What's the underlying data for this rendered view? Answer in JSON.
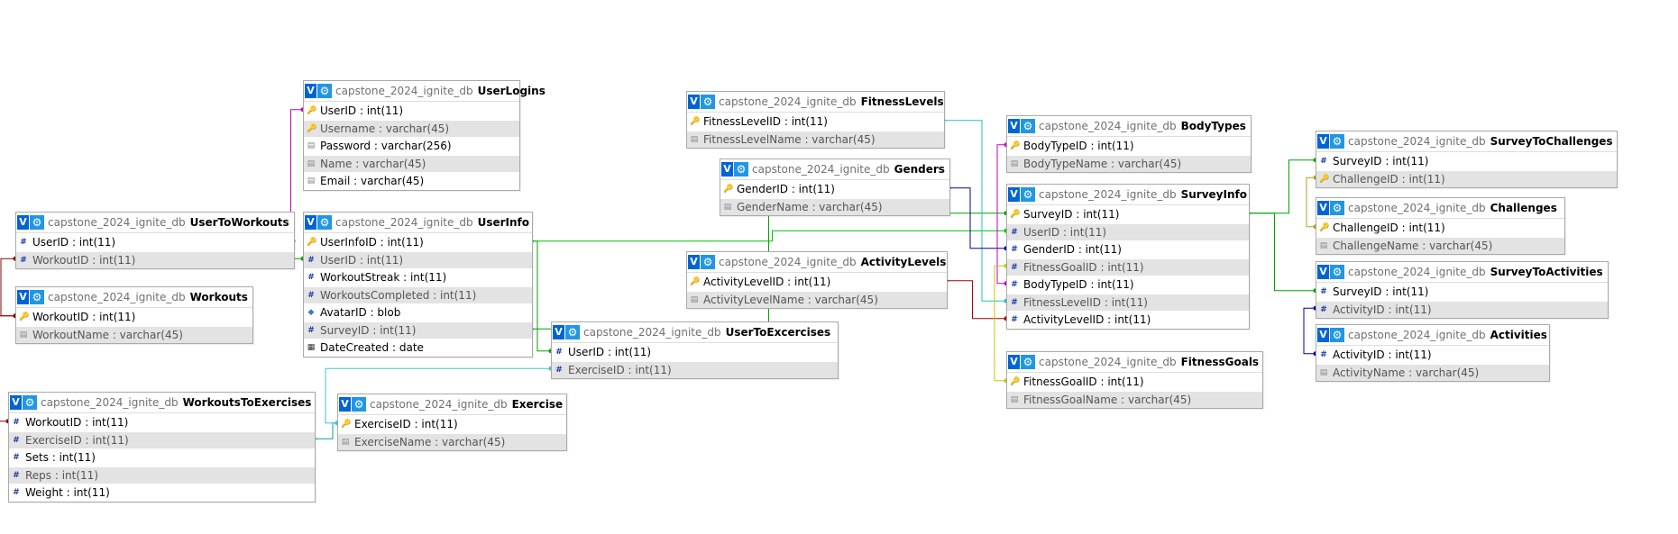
{
  "db_name": "capstone_2024_ignite_db",
  "view_button": "V",
  "tables": {
    "UserLogins": {
      "name": "UserLogins",
      "columns": [
        {
          "text": "UserID : int(11)",
          "icon": "key-icon"
        },
        {
          "text": "Username : varchar(45)",
          "icon": "key-icon"
        },
        {
          "text": "Password : varchar(256)",
          "icon": "text-icon"
        },
        {
          "text": "Name : varchar(45)",
          "icon": "text-icon"
        },
        {
          "text": "Email : varchar(45)",
          "icon": "text-icon"
        }
      ]
    },
    "UserToWorkouts": {
      "name": "UserToWorkouts",
      "columns": [
        {
          "text": "UserID : int(11)",
          "icon": "number-icon"
        },
        {
          "text": "WorkoutID : int(11)",
          "icon": "number-icon"
        }
      ]
    },
    "Workouts": {
      "name": "Workouts",
      "columns": [
        {
          "text": "WorkoutID : int(11)",
          "icon": "key-icon"
        },
        {
          "text": "WorkoutName : varchar(45)",
          "icon": "text-icon"
        }
      ]
    },
    "UserInfo": {
      "name": "UserInfo",
      "columns": [
        {
          "text": "UserInfoID : int(11)",
          "icon": "key-icon"
        },
        {
          "text": "UserID : int(11)",
          "icon": "number-icon"
        },
        {
          "text": "WorkoutStreak : int(11)",
          "icon": "number-icon"
        },
        {
          "text": "WorkoutsCompleted : int(11)",
          "icon": "number-icon"
        },
        {
          "text": "AvatarID : blob",
          "icon": "blob-icon"
        },
        {
          "text": "SurveyID : int(11)",
          "icon": "number-icon"
        },
        {
          "text": "DateCreated : date",
          "icon": "date-icon"
        }
      ]
    },
    "WorkoutsToExercises": {
      "name": "WorkoutsToExercises",
      "columns": [
        {
          "text": "WorkoutID : int(11)",
          "icon": "number-icon"
        },
        {
          "text": "ExerciseID : int(11)",
          "icon": "number-icon"
        },
        {
          "text": "Sets : int(11)",
          "icon": "number-icon"
        },
        {
          "text": "Reps : int(11)",
          "icon": "number-icon"
        },
        {
          "text": "Weight : int(11)",
          "icon": "number-icon"
        }
      ]
    },
    "Exercise": {
      "name": "Exercise",
      "columns": [
        {
          "text": "ExerciseID : int(11)",
          "icon": "key-icon"
        },
        {
          "text": "ExerciseName : varchar(45)",
          "icon": "text-icon"
        }
      ]
    },
    "UserToExcercises": {
      "name": "UserToExcercises",
      "columns": [
        {
          "text": "UserID : int(11)",
          "icon": "number-icon"
        },
        {
          "text": "ExerciseID : int(11)",
          "icon": "number-icon"
        }
      ]
    },
    "FitnessLevels": {
      "name": "FitnessLevels",
      "columns": [
        {
          "text": "FitnessLevelID : int(11)",
          "icon": "key-icon"
        },
        {
          "text": "FitnessLevelName : varchar(45)",
          "icon": "text-icon"
        }
      ]
    },
    "Genders": {
      "name": "Genders",
      "columns": [
        {
          "text": "GenderID : int(11)",
          "icon": "key-icon"
        },
        {
          "text": "GenderName : varchar(45)",
          "icon": "text-icon"
        }
      ]
    },
    "ActivityLevels": {
      "name": "ActivityLevels",
      "columns": [
        {
          "text": "ActivityLevelID : int(11)",
          "icon": "key-icon"
        },
        {
          "text": "ActivityLevelName : varchar(45)",
          "icon": "text-icon"
        }
      ]
    },
    "BodyTypes": {
      "name": "BodyTypes",
      "columns": [
        {
          "text": "BodyTypeID : int(11)",
          "icon": "key-icon"
        },
        {
          "text": "BodyTypeName : varchar(45)",
          "icon": "text-icon"
        }
      ]
    },
    "SurveyInfo": {
      "name": "SurveyInfo",
      "columns": [
        {
          "text": "SurveyID : int(11)",
          "icon": "key-icon"
        },
        {
          "text": "UserID : int(11)",
          "icon": "number-icon"
        },
        {
          "text": "GenderID : int(11)",
          "icon": "number-icon"
        },
        {
          "text": "FitnessGoalID : int(11)",
          "icon": "number-icon"
        },
        {
          "text": "BodyTypeID : int(11)",
          "icon": "number-icon"
        },
        {
          "text": "FitnessLevelID : int(11)",
          "icon": "number-icon"
        },
        {
          "text": "ActivityLevelID : int(11)",
          "icon": "number-icon"
        }
      ]
    },
    "FitnessGoals": {
      "name": "FitnessGoals",
      "columns": [
        {
          "text": "FitnessGoalID : int(11)",
          "icon": "key-icon"
        },
        {
          "text": "FitnessGoalName : varchar(45)",
          "icon": "text-icon"
        }
      ]
    },
    "SurveyToChallenges": {
      "name": "SurveyToChallenges",
      "columns": [
        {
          "text": "SurveyID : int(11)",
          "icon": "number-icon"
        },
        {
          "text": "ChallengeID : int(11)",
          "icon": "key-icon"
        }
      ]
    },
    "Challenges": {
      "name": "Challenges",
      "columns": [
        {
          "text": "ChallengeID : int(11)",
          "icon": "key-icon"
        },
        {
          "text": "ChallengeName : varchar(45)",
          "icon": "text-icon"
        }
      ]
    },
    "SurveyToActivities": {
      "name": "SurveyToActivities",
      "columns": [
        {
          "text": "SurveyID : int(11)",
          "icon": "number-icon"
        },
        {
          "text": "ActivityID : int(11)",
          "icon": "number-icon"
        }
      ]
    },
    "Activities": {
      "name": "Activities",
      "columns": [
        {
          "text": "ActivityID : int(11)",
          "icon": "number-icon"
        },
        {
          "text": "ActivityName : varchar(45)",
          "icon": "text-icon"
        }
      ]
    }
  },
  "relations": [
    {
      "from": "UserToWorkouts.UserID",
      "to": "UserLogins.UserID",
      "color": "#c000c0"
    },
    {
      "from": "UserInfo.UserID",
      "to": "UserToWorkouts.UserID",
      "color": "#00a000"
    },
    {
      "from": "UserToWorkouts.WorkoutID",
      "to": "Workouts.WorkoutID",
      "color": "#8b0000"
    },
    {
      "from": "WorkoutsToExercises.WorkoutID",
      "to": "Workouts.WorkoutID",
      "color": "#8b0000"
    },
    {
      "from": "WorkoutsToExercises.ExerciseID",
      "to": "Exercise.ExerciseID",
      "color": "#00a0a0"
    },
    {
      "from": "UserToExcercises.ExerciseID",
      "to": "Exercise.ExerciseID",
      "color": "#40c0d0"
    },
    {
      "from": "UserToExcercises.UserID",
      "to": "UserInfo.UserInfoID",
      "color": "#00a000"
    },
    {
      "from": "UserInfo.SurveyID",
      "to": "SurveyInfo.SurveyID",
      "color": "#00a000"
    },
    {
      "from": "SurveyInfo.UserID",
      "to": "UserInfo.UserInfoID",
      "color": "#00c000"
    },
    {
      "from": "SurveyInfo.FitnessLevelID",
      "to": "FitnessLevels.FitnessLevelID",
      "color": "#20c0c0"
    },
    {
      "from": "SurveyInfo.GenderID",
      "to": "Genders.GenderID",
      "color": "#0000a0"
    },
    {
      "from": "SurveyInfo.ActivityLevelID",
      "to": "ActivityLevels.ActivityLevelID",
      "color": "#a00000"
    },
    {
      "from": "SurveyInfo.BodyTypeID",
      "to": "BodyTypes.BodyTypeID",
      "color": "#c000c0"
    },
    {
      "from": "SurveyInfo.FitnessGoalID",
      "to": "FitnessGoals.FitnessGoalID",
      "color": "#d0c000"
    },
    {
      "from": "SurveyToChallenges.SurveyID",
      "to": "SurveyInfo.SurveyID",
      "color": "#00a000"
    },
    {
      "from": "SurveyToActivities.SurveyID",
      "to": "SurveyInfo.SurveyID",
      "color": "#00a000"
    },
    {
      "from": "SurveyToChallenges.ChallengeID",
      "to": "Challenges.ChallengeID",
      "color": "#b0a020"
    },
    {
      "from": "SurveyToActivities.ActivityID",
      "to": "Activities.ActivityID",
      "color": "#0000a0"
    }
  ]
}
